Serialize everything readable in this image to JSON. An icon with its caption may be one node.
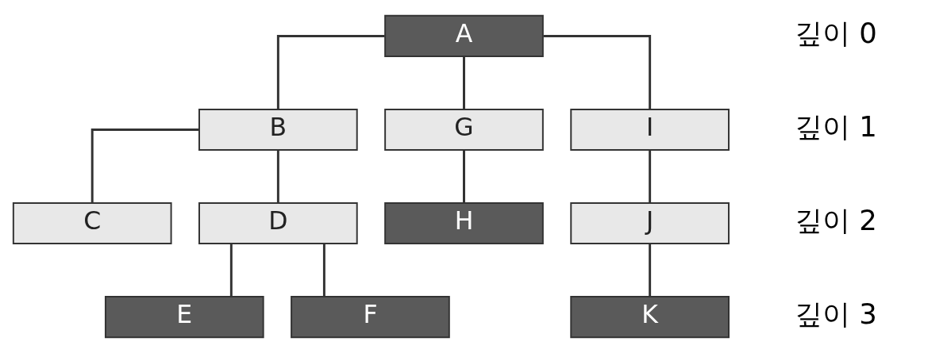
{
  "diagram": {
    "nodes": [
      {
        "text": [
          "A"
        ]
      },
      {
        "text": [
          "B"
        ]
      },
      {
        "text": [
          "G"
        ]
      },
      {
        "text": [
          "I"
        ]
      },
      {
        "text": [
          "C"
        ]
      },
      {
        "text": [
          "D"
        ]
      },
      {
        "text": [
          "H"
        ]
      },
      {
        "text": [
          "J"
        ]
      },
      {
        "text": [
          "E"
        ]
      },
      {
        "text": [
          "F"
        ]
      },
      {
        "text": [
          "K"
        ]
      }
    ],
    "edges": [
      {
        "from": 0,
        "to": 1,
        "arrow": "none"
      },
      {
        "from": 0,
        "to": 2,
        "arrow": "none"
      },
      {
        "from": 0,
        "to": 3,
        "arrow": "none"
      },
      {
        "from": 1,
        "to": 4,
        "arrow": "none"
      },
      {
        "from": 1,
        "to": 5,
        "arrow": "none"
      },
      {
        "from": 5,
        "to": 8,
        "arrow": "none"
      },
      {
        "from": 5,
        "to": 9,
        "arrow": "none"
      },
      {
        "from": 2,
        "to": 6,
        "arrow": "none"
      },
      {
        "from": 3,
        "to": 7,
        "arrow": "none"
      },
      {
        "from": 7,
        "to": 10,
        "arrow": "none"
      }
    ],
    "labels": [
      "깊이 0",
      "깊이 1",
      "깊이 2",
      "깊이 3"
    ]
  }
}
